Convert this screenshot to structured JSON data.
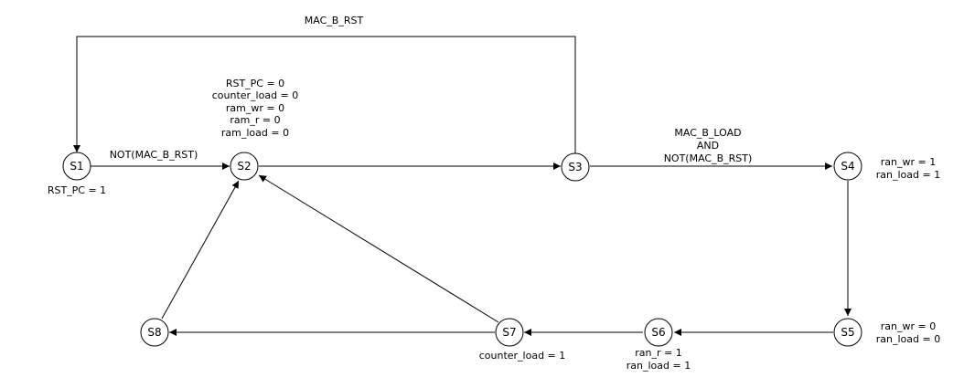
{
  "states": {
    "s1": "S1",
    "s2": "S2",
    "s3": "S3",
    "s4": "S4",
    "s5": "S5",
    "s6": "S6",
    "s7": "S7",
    "s8": "S8"
  },
  "transitions": {
    "s3_to_s1": "MAC_B_RST",
    "s1_to_s2": "NOT(MAC_B_RST)",
    "s3_to_s4": [
      "MAC_B_LOAD",
      "AND",
      "NOT(MAC_B_RST)"
    ]
  },
  "outputs": {
    "s1": [
      "RST_PC = 1"
    ],
    "s2": [
      "RST_PC = 0",
      "counter_load = 0",
      "ram_wr = 0",
      "ram_r = 0",
      "ram_load = 0"
    ],
    "s4": [
      "ran_wr = 1",
      "ran_load = 1"
    ],
    "s5": [
      "ran_wr = 0",
      "ran_load = 0"
    ],
    "s6": [
      "ran_r = 1",
      "ran_load = 1"
    ],
    "s7": [
      "counter_load = 1"
    ]
  }
}
